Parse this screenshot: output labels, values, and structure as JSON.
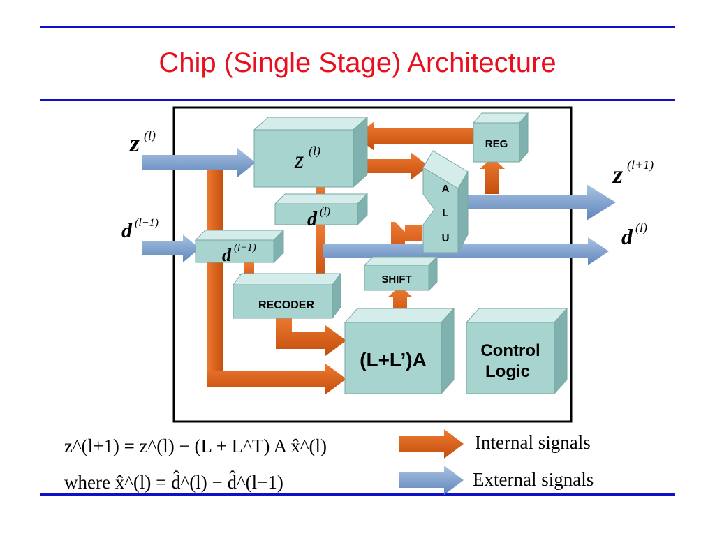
{
  "title": "Chip (Single Stage) Architecture",
  "blocks": {
    "reg": "REG",
    "alu_a": "A",
    "alu_l": "L",
    "alu_u": "U",
    "shift": "SHIFT",
    "recoder": "RECODER",
    "mult": "(L+L’)A",
    "control_line1": "Control",
    "control_line2": "Logic"
  },
  "signals": {
    "z_sym": "z",
    "d_sym": "d",
    "sup_l": "(l)",
    "sup_l_minus_1": "(l−1)",
    "sup_l_plus_1": "(l+1)"
  },
  "equations": {
    "line1": "z^(l+1) = z^(l) − (L + L^T) A x̂^(l)",
    "line2": "where x̂^(l) = d̂^(l) − d̂^(l−1)"
  },
  "legend": {
    "internal": "Internal signals",
    "external": "External signals"
  },
  "colors": {
    "title": "#e8101e",
    "rule": "#1010c8",
    "internal_arrow": "#d85a10",
    "external_arrow": "#6e94c4",
    "block_face": "#a8d4d0"
  }
}
